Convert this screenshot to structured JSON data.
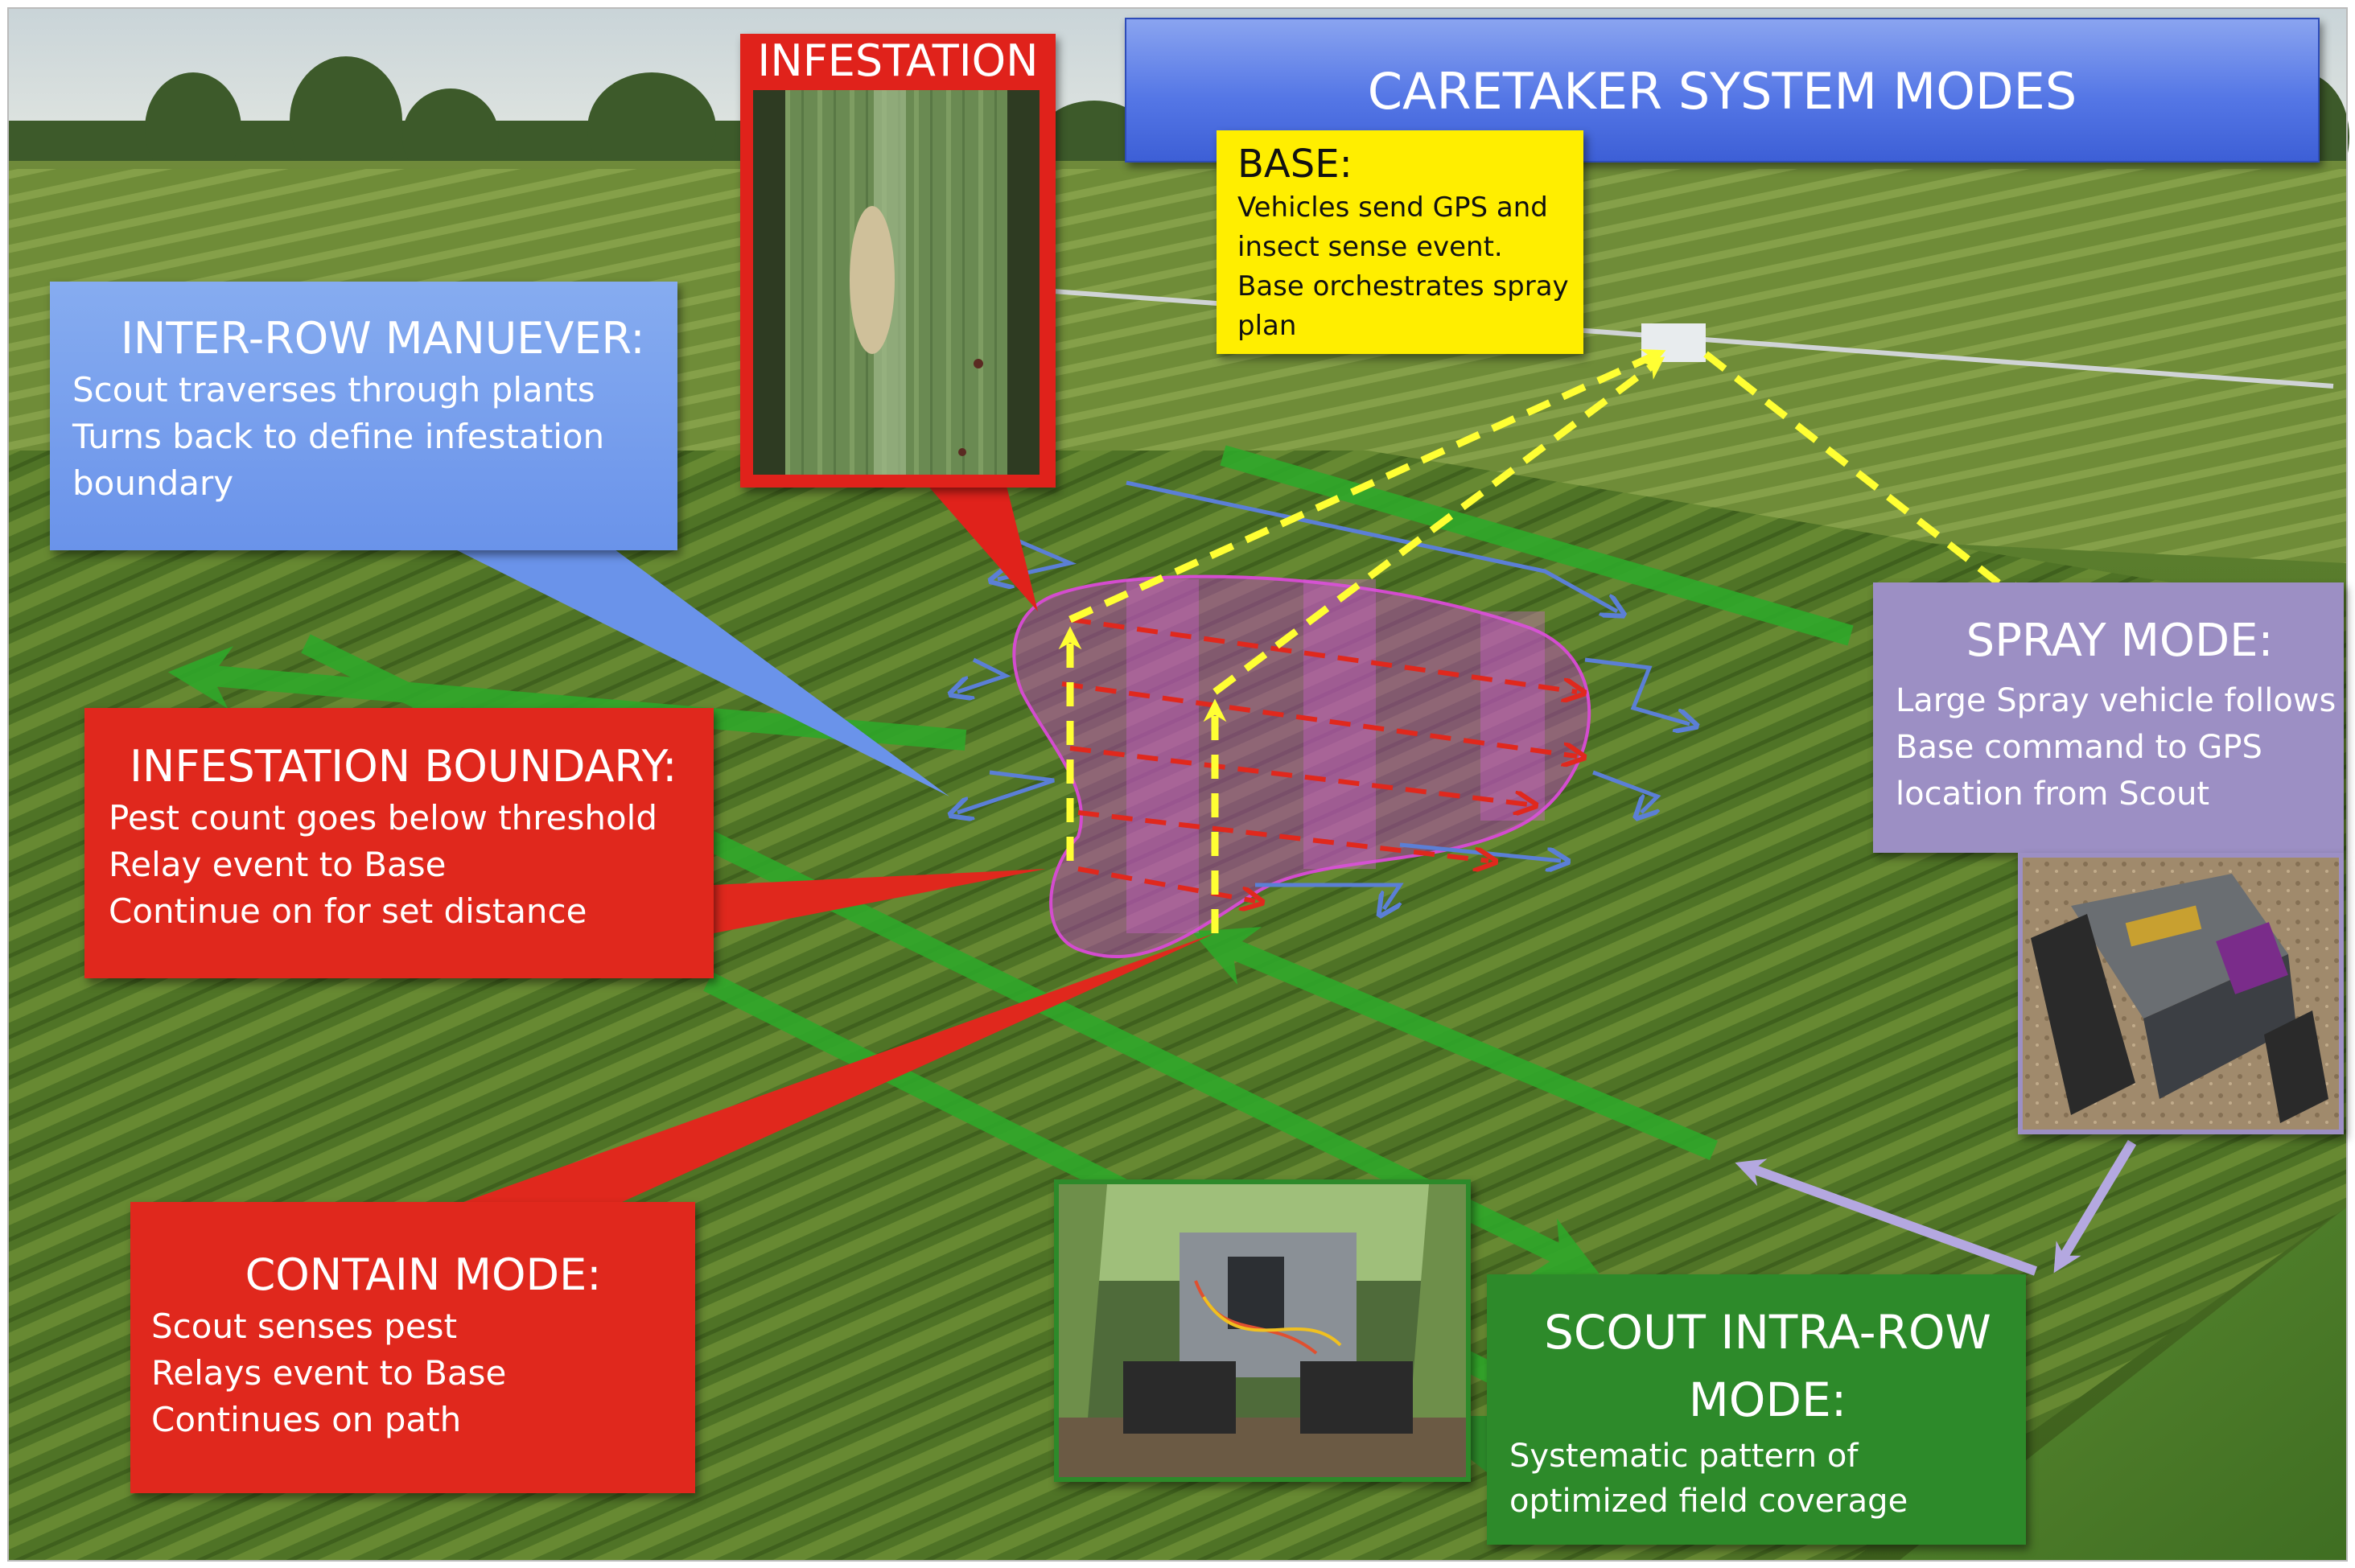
{
  "colors": {
    "mode_blue": "#5577e6",
    "inter_row_blue": "#7aa0ee",
    "infestation_red": "#e0281d",
    "base_yellow": "#ffee00",
    "spray_purple": "#9c8fc4",
    "scout_green": "#2d8a2a",
    "infestation_zone_magenta": "#c03cc8",
    "relay_arrow_yellow": "#ffff33",
    "scout_path_green": "#2fa82a",
    "maneuver_arrow_blue": "#5b7fd6"
  },
  "caretaker": {
    "title": "CARETAKER SYSTEM MODES"
  },
  "infestation": {
    "title": "INFESTATION"
  },
  "base": {
    "title": "BASE:",
    "lines": [
      "Vehicles send GPS and",
      "insect sense event.",
      "Base orchestrates spray",
      "plan"
    ]
  },
  "inter_row": {
    "title": "INTER-ROW MANUEVER:",
    "lines": [
      "Scout traverses through plants",
      "Turns back to define infestation",
      "boundary"
    ]
  },
  "boundary": {
    "title": "INFESTATION BOUNDARY:",
    "lines": [
      "Pest count goes below threshold",
      "Relay event to Base",
      "Continue on for set distance"
    ]
  },
  "contain": {
    "title": "CONTAIN MODE:",
    "lines": [
      "Scout senses pest",
      "Relays event to Base",
      "Continues on path"
    ]
  },
  "spray": {
    "title": "SPRAY MODE:",
    "lines": [
      "Large Spray vehicle follows",
      "Base command to GPS",
      "location from Scout"
    ]
  },
  "scout": {
    "title_line1": "SCOUT INTRA-ROW",
    "title_line2": "MODE:",
    "lines": [
      "Systematic pattern of",
      "optimized field coverage"
    ]
  }
}
